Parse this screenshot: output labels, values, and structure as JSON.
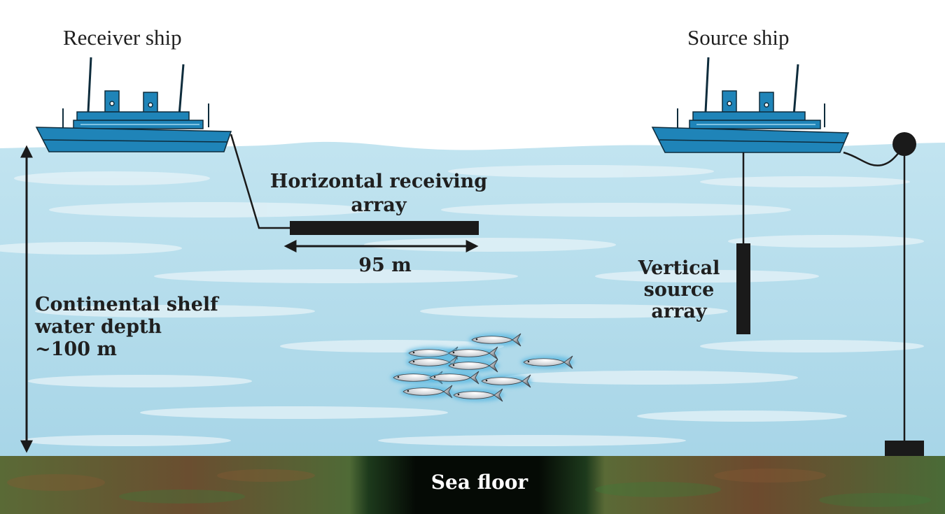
{
  "labels": {
    "receiver_ship": "Receiver ship",
    "source_ship": "Source ship",
    "horizontal_array_line1": "Horizontal receiving",
    "horizontal_array_line2": "array",
    "array_length": "95 m",
    "vertical_array_line1": "Vertical",
    "vertical_array_line2": "source",
    "vertical_array_line3": "array",
    "depth_line1": "Continental shelf",
    "depth_line2": "water depth",
    "depth_line3": "~100 m",
    "sea_floor": "Sea floor"
  },
  "colors": {
    "sky": "#ffffff",
    "water_top": "#bfe3ef",
    "water_bottom": "#a9d6e8",
    "ship_hull": "#1f84b8",
    "ship_outline": "#0e2c3c",
    "seafloor_green": "#3f7a3a",
    "seafloor_brown": "#7a4a2e",
    "array": "#1a1a1a",
    "text": "#1f1f1f"
  },
  "fish_count": 11
}
